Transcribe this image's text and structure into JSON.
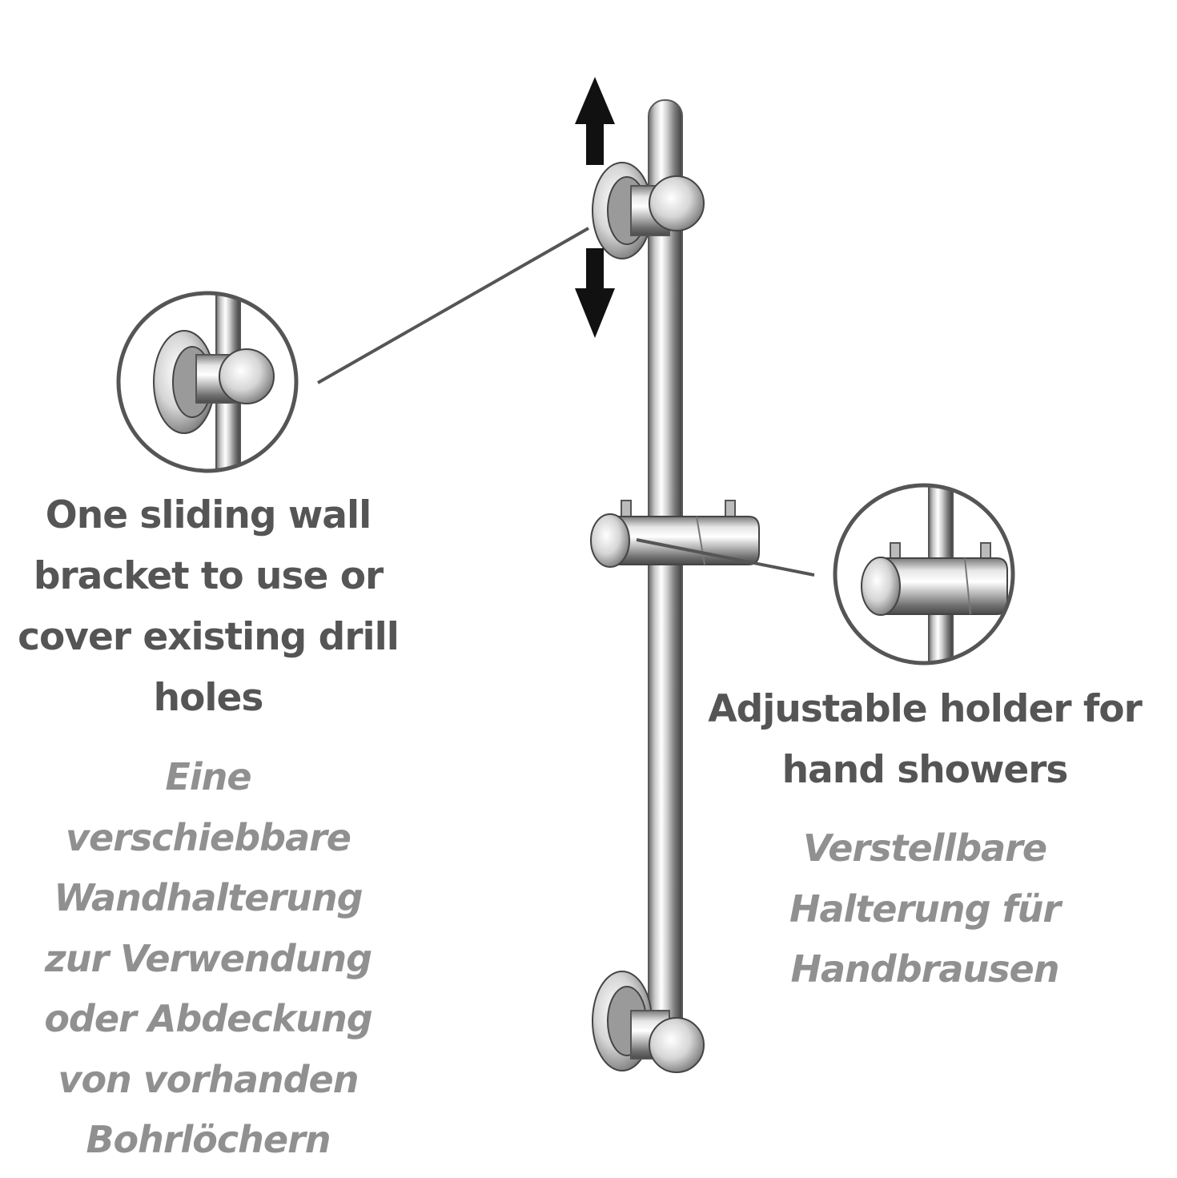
{
  "bracket_caption": {
    "english": [
      "One sliding wall",
      "bracket to use or",
      "cover existing drill",
      "holes"
    ],
    "german": [
      "Eine",
      "verschiebbare",
      "Wandhalterung",
      "zur Verwendung",
      "oder Abdeckung",
      "von vorhanden",
      "Bohrlöchern"
    ]
  },
  "holder_caption": {
    "english": [
      "Adjustable holder for",
      "hand showers"
    ],
    "german": [
      "Verstellbare",
      "Halterung für",
      "Handbrausen"
    ]
  },
  "colors": {
    "english_text": "#555555",
    "german_text": "#909090",
    "arrow": "#111111",
    "callout_ring": "#555555",
    "chrome_light": "#f4f4f4",
    "chrome_dark": "#6a6a6a"
  },
  "icons": [
    "up-arrow-icon",
    "down-arrow-icon"
  ]
}
